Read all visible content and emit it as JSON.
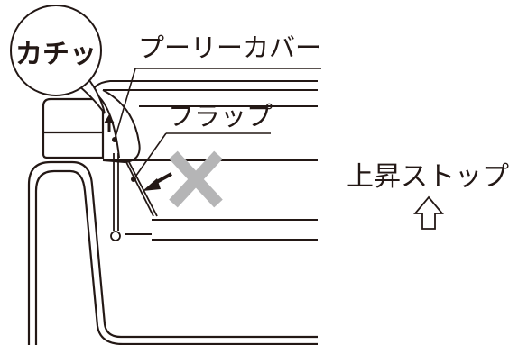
{
  "labels": {
    "click_sound": "カチッ",
    "pulley_cover": "プーリーカバー",
    "flap": "フラップ",
    "raise_stop": "上昇ストップ"
  },
  "colors": {
    "ink": "#231815",
    "cross_mark": "#b5b5b6",
    "background": "#ffffff"
  },
  "icons": {
    "up_arrow": "hollow-up-arrow",
    "cross": "large-gray-x"
  }
}
